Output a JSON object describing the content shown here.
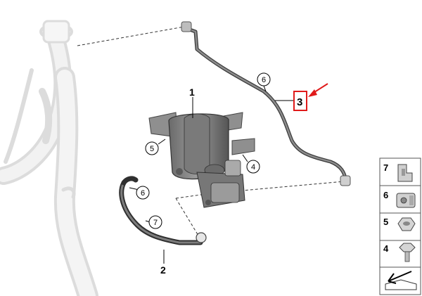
{
  "callouts": {
    "part_1": "1",
    "part_2": "2",
    "part_3": "3"
  },
  "bubbles": {
    "hose_6_upper": "6",
    "clip_5_left": "5",
    "clip_4_right": "4",
    "hose_6_lower": "6",
    "clip_7_lower": "7"
  },
  "legend": {
    "items": [
      "7",
      "6",
      "5",
      "4"
    ]
  },
  "colors": {
    "highlight_box": "#e01a1a",
    "arrow": "#e01a1a",
    "line": "#333333",
    "ghost": "#d9d9d9"
  }
}
